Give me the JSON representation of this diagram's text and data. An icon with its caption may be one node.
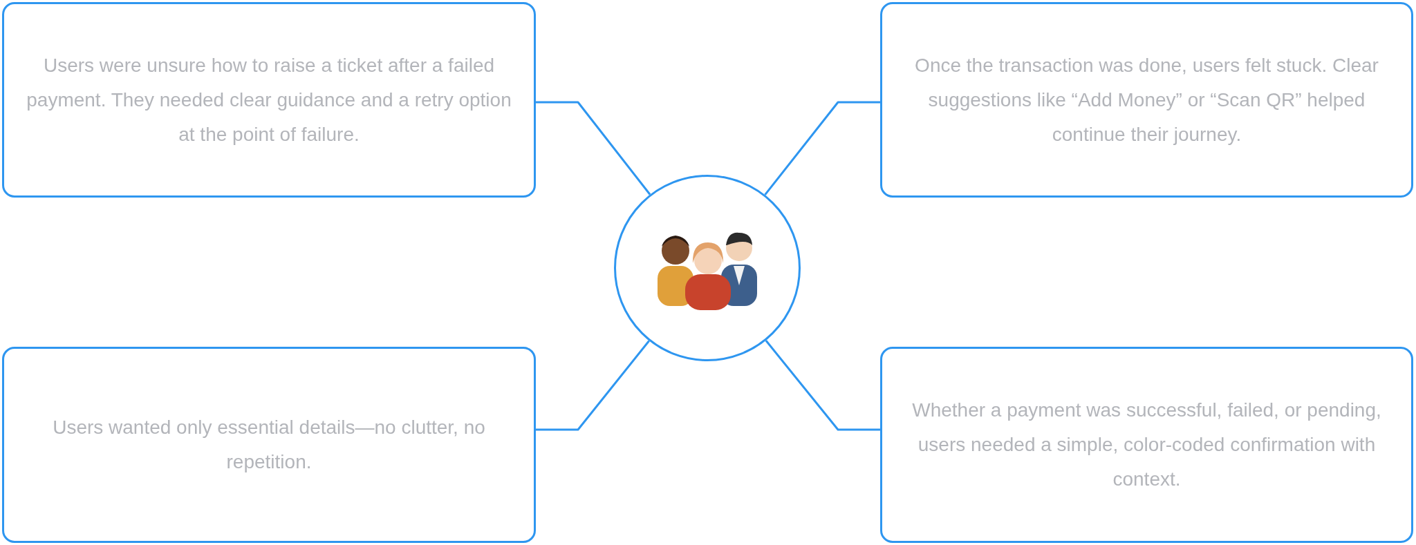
{
  "diagram": {
    "nodes": [
      {
        "text": [
          "Users were unsure how to raise a ticket after a failed payment. They needed clear guidance and a retry option at the point of failure."
        ]
      },
      {
        "text": [
          "Once the transaction was done, users felt stuck. Clear suggestions like “Add Money” or “Scan QR” helped continue their journey."
        ]
      },
      {
        "text": [],
        "shape": "circle"
      },
      {
        "text": [
          "Users wanted only essential details—no clutter, no repetition."
        ]
      },
      {
        "text": [
          "Whether a payment was successful, failed, or pending, users needed a simple, color-coded confirmation with context."
        ]
      }
    ],
    "edges": [
      {
        "from": 2,
        "to": 0,
        "arrow": "none"
      },
      {
        "from": 2,
        "to": 1,
        "arrow": "none"
      },
      {
        "from": 2,
        "to": 3,
        "arrow": "none"
      },
      {
        "from": 2,
        "to": 4,
        "arrow": "none"
      }
    ]
  }
}
